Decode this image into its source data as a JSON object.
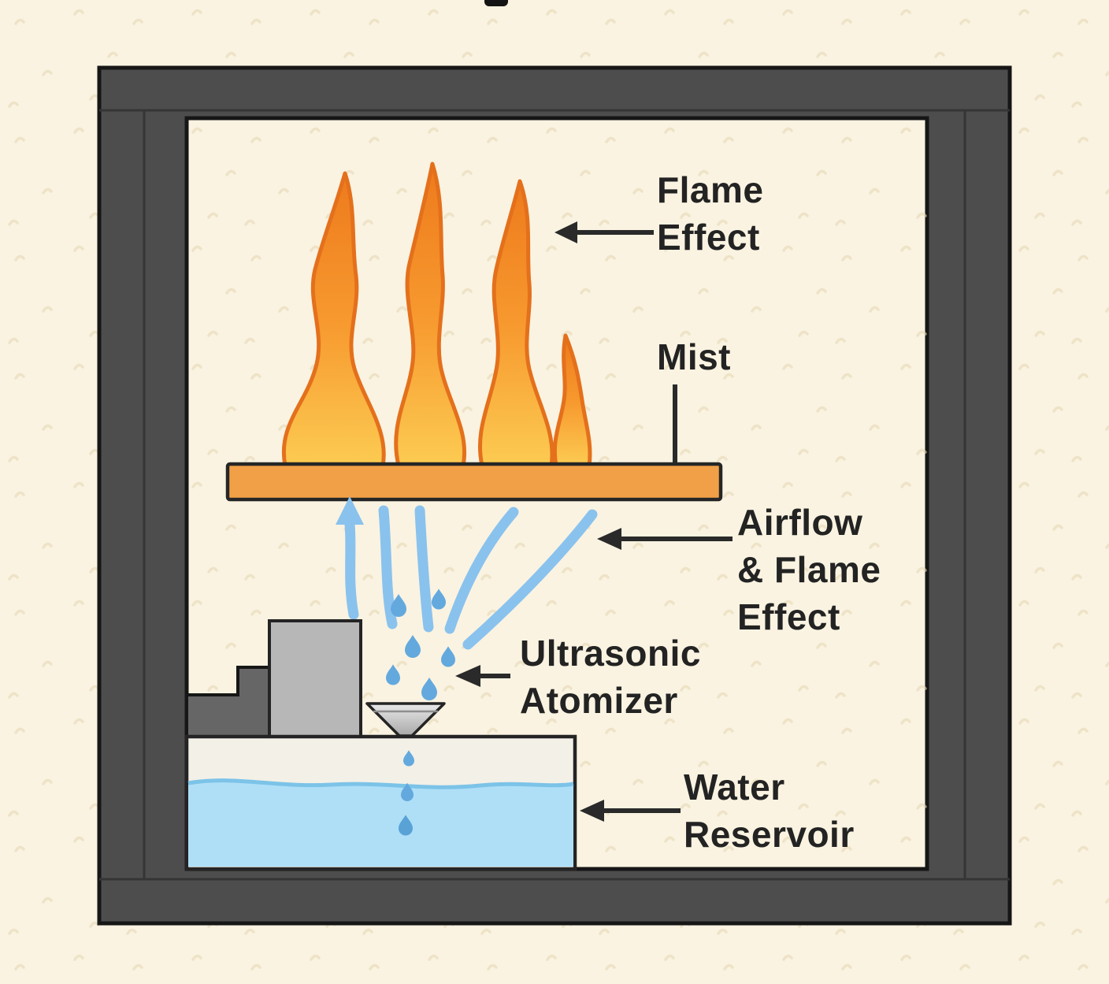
{
  "figure": {
    "type": "cross-section-diagram",
    "subject": "Water vapor fireplace flame effect mechanism",
    "labels": {
      "flame_effect": "Flame\nEffect",
      "mist": "Mist",
      "airflow_flame_effect": "Airflow\n& Flame\nEffect",
      "ultrasonic_atomizer": "Ultrasonic\nAtomizer",
      "water_reservoir": "Water\nReservoir"
    },
    "colors": {
      "page_background": "#FAF3E1",
      "frame_gray": "#4D4D4D",
      "flame_orange": "#EE7A1C",
      "flame_mid": "#F79A2F",
      "flame_yellow": "#FCCB52",
      "flame_outline": "#E4701C",
      "bar_orange": "#F2A047",
      "mist_blue": "#8AC2EE",
      "droplet_blue": "#63A9DE",
      "water_blue": "#AFDFF7",
      "water_line": "#7CC3E8",
      "reservoir_wall": "#F3F0E7",
      "metal_gray": "#B7B7B7",
      "pipe_gray": "#666666",
      "pointer_dark": "#2A2A2A",
      "label_text": "#232323"
    }
  }
}
